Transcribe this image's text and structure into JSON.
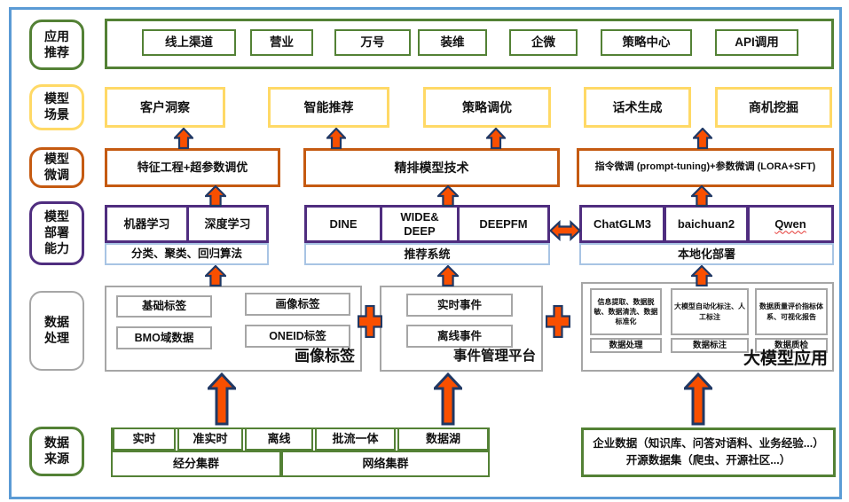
{
  "colors": {
    "frame_blue": "#5B9BD5",
    "green": "#538135",
    "yellow": "#FFD966",
    "orange": "#C55A11",
    "purple": "#4F2D7F",
    "light_blue": "#A8C4E4",
    "gray": "#A6A6A6",
    "arrow_fill": "#F94F00",
    "arrow_outline": "#203864"
  },
  "icons": {
    "up_arrow": "orange-up-arrow",
    "plus": "orange-plus",
    "double_arrow": "orange-double-headed-arrow"
  },
  "sidebar": {
    "app_label": "应用\n推荐",
    "scene_label": "模型\n场景",
    "finetune_label": "模型\n微调",
    "deploy_label": "模型\n部署\n能力",
    "processing_label": "数据\n处理",
    "source_label": "数据\n来源"
  },
  "app": {
    "items": [
      "线上渠道",
      "营业",
      "万号",
      "装维",
      "企微",
      "策略中心",
      "API调用"
    ]
  },
  "scene": {
    "items": [
      "客户洞察",
      "智能推荐",
      "策略调优",
      "话术生成",
      "商机挖掘"
    ]
  },
  "finetune": {
    "items": [
      "特征工程+超参数调优",
      "精排模型技术",
      "指令微调 (prompt-tuning)+参数微调 (LORA+SFT)"
    ]
  },
  "deploy": {
    "ml": {
      "boxes": [
        "机器学习",
        "深度学习"
      ],
      "caption": "分类、聚类、回归算法"
    },
    "rec": {
      "boxes": [
        "DINE",
        "WIDE&\nDEEP",
        "DEEPFM"
      ],
      "caption": "推荐系统"
    },
    "llm": {
      "boxes": [
        "ChatGLM3",
        "baichuan2",
        "Qwen"
      ],
      "caption": "本地化部署"
    }
  },
  "processing": {
    "profile": {
      "boxes": [
        "基础标签",
        "画像标签",
        "BMO域数据",
        "ONEID标签"
      ],
      "label": "画像标签"
    },
    "event": {
      "boxes": [
        "实时事件",
        "离线事件"
      ],
      "label": "事件管理平台"
    },
    "llm_app": {
      "label": "大模型应用",
      "cards": [
        {
          "text": "信息提取、数据脱敏、数据清洗、数据标准化",
          "caption": "数据处理"
        },
        {
          "text": "大模型自动化标注、人工标注",
          "caption": "数据标注"
        },
        {
          "text": "数据质量评价指标体系、可视化报告",
          "caption": "数据质检"
        }
      ]
    }
  },
  "source": {
    "modes": [
      "实时",
      "准实时",
      "离线",
      "批流一体",
      "数据湖"
    ],
    "clusters": [
      "经分集群",
      "网络集群"
    ],
    "enterprise": "企业数据（知识库、问答对语料、业务经验...）\n开源数据集（爬虫、开源社区...）"
  }
}
